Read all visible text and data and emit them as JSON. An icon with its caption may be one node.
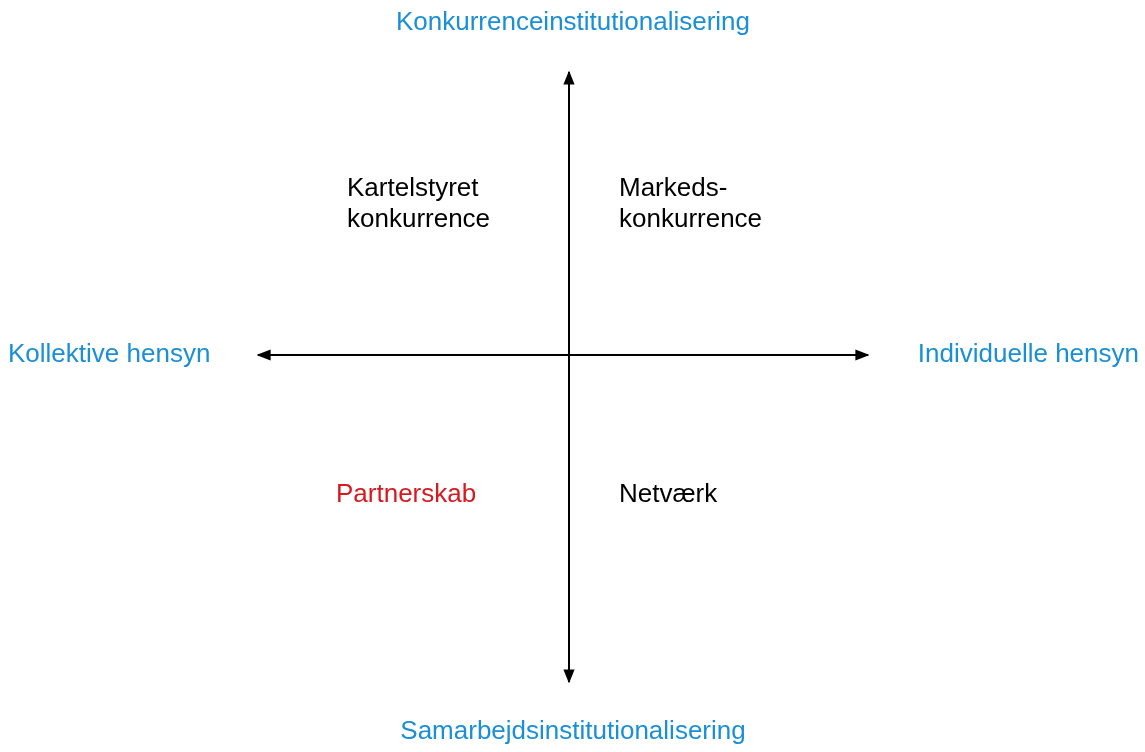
{
  "diagram": {
    "labels": [
      "Konkurrenceinstitutionalisering",
      "Kartelstyret konkurrence",
      "Markeds- konkurrence",
      "Kollektive hensyn",
      "Individuelle hensyn",
      "Partnerskab",
      "Netværk",
      "Samarbejdsinstitutionalisering"
    ]
  }
}
